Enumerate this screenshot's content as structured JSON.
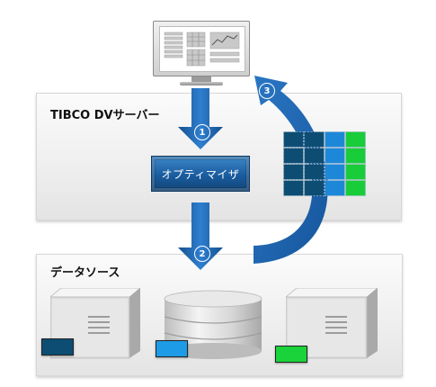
{
  "server_panel": {
    "label": "TIBCO DVサーバー"
  },
  "datasource_panel": {
    "label": "データソース"
  },
  "optimizer": {
    "label": "オプティマイザ"
  },
  "steps": [
    {
      "number": "1"
    },
    {
      "number": "2"
    },
    {
      "number": "3"
    }
  ],
  "cache_grid": {
    "rows": 4,
    "columns": 4,
    "colors": [
      "#0d4d73",
      "#1e88d8",
      "#18cc3a"
    ]
  },
  "source_colors": {
    "left": "#0d4d73",
    "center": "#1e9be6",
    "right": "#1ad23a"
  },
  "colors": {
    "arrow_blue": "#1c61ad",
    "panel_gray": "#ececec"
  }
}
